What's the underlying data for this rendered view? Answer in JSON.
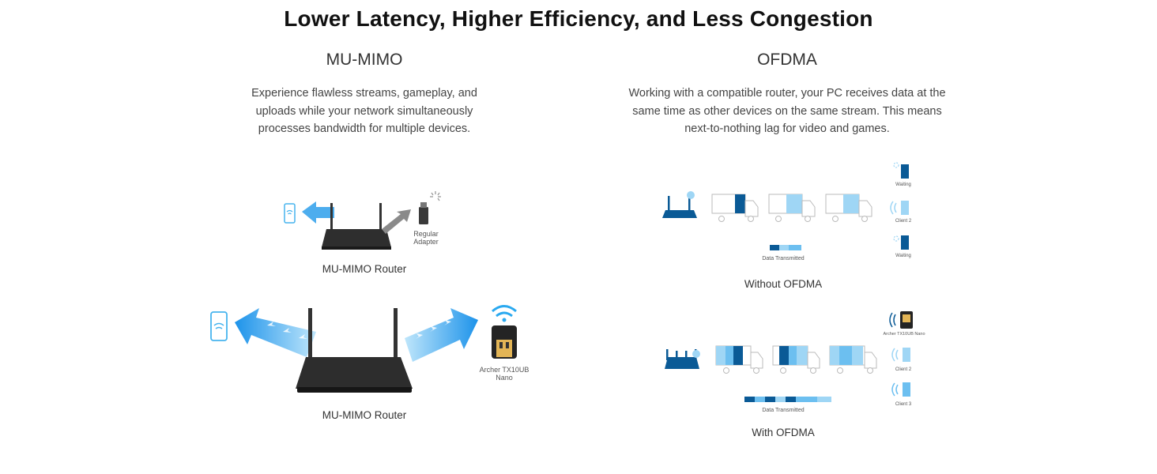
{
  "headline": "Lower Latency, Higher Efficiency, and Less Congestion",
  "mu_mimo": {
    "title": "MU-MIMO",
    "description_lines": [
      "Experience flawless streams, gameplay, and",
      "uploads while your network simultaneously",
      "processes bandwidth for multiple devices."
    ],
    "diagram_top": {
      "adapter_label_lines": [
        "Regular",
        "Adapter"
      ],
      "caption": "MU-MIMO Router"
    },
    "diagram_bottom": {
      "adapter_label_lines": [
        "Archer TX10UB",
        "Nano"
      ],
      "caption": "MU-MIMO Router"
    }
  },
  "ofdma": {
    "title": "OFDMA",
    "description_lines": [
      "Working with a compatible router, your PC receives data at the",
      "same time as other devices on the same stream. This means",
      "next-to-nothing lag for video and games."
    ],
    "without": {
      "clients": [
        "Waiting",
        "Client 2",
        "Waiting"
      ],
      "data_label": "Data Transmitted",
      "caption": "Without OFDMA"
    },
    "with": {
      "clients": [
        "Archer TX10UB Nano",
        "Client 2",
        "Client 3"
      ],
      "data_label": "Data Transmitted",
      "caption": "With OFDMA"
    }
  },
  "colors": {
    "dark_blue": "#0a5a96",
    "light_blue": "#9fd6f5",
    "arrow_blue": "#3aa4ec",
    "router_dark": "#2c2c2c"
  }
}
